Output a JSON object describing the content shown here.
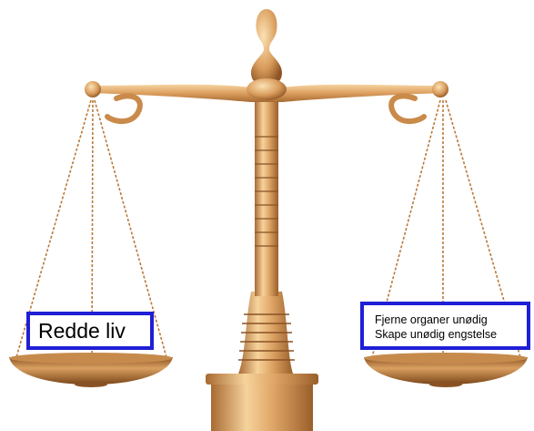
{
  "labels": {
    "left": "Redde liv",
    "right_lines": [
      "Fjerne organer unødig",
      "Skape unødig engstelse"
    ]
  },
  "colors": {
    "brass_light": "#f2c88a",
    "brass_mid": "#d9a060",
    "brass_dark": "#9a5f2a",
    "label_border": "#1f1fd6"
  },
  "icons": [
    "balance-scale-icon"
  ]
}
